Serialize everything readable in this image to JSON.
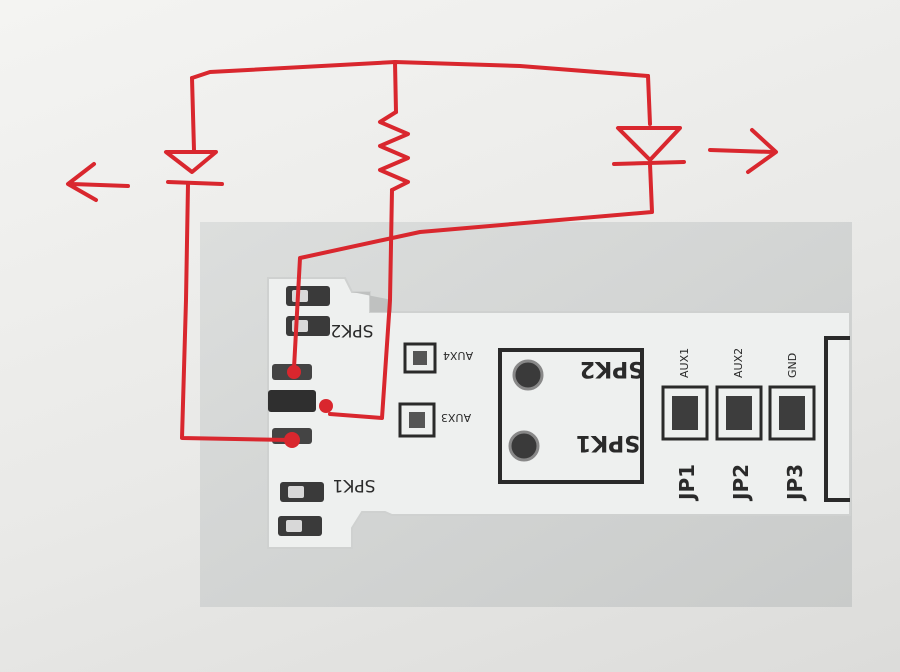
{
  "colors": {
    "paper": "#efefed",
    "photo_background": "#d2d4d3",
    "board": "#eeefee",
    "silkscreen": "#2a2a2a",
    "ink": "#d9272e"
  },
  "board_labels": {
    "spk2_pad": "SPK2",
    "spk1_pad": "SPK1",
    "aux4": "AUX4",
    "aux3": "AUX3",
    "aux1": "AUX1",
    "aux2": "AUX2",
    "gnd": "GND",
    "jp1": "JP1",
    "jp2": "JP2",
    "jp3": "JP3",
    "spk2_edge": "SPK2",
    "spk1_edge": "SPK1"
  },
  "drawing": {
    "symbols": [
      "left-led-diode",
      "resistor",
      "right-led-diode",
      "left-arrow",
      "right-arrow"
    ]
  }
}
